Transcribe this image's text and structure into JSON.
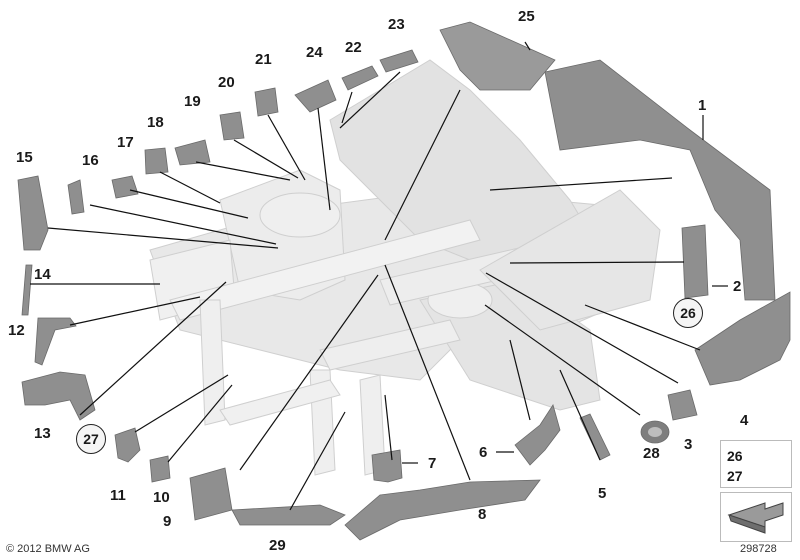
{
  "labels": {
    "n1": "1",
    "n2": "2",
    "n3": "3",
    "n4": "4",
    "n5": "5",
    "n6": "6",
    "n7": "7",
    "n8": "8",
    "n9": "9",
    "n10": "10",
    "n11": "11",
    "n12": "12",
    "n13": "13",
    "n14": "14",
    "n15": "15",
    "n16": "16",
    "n17": "17",
    "n18": "18",
    "n19": "19",
    "n20": "20",
    "n21": "21",
    "n22": "22",
    "n23": "23",
    "n24": "24",
    "n25": "25",
    "n26": "26",
    "n27": "27",
    "n28": "28",
    "n29": "29"
  },
  "callouts": {
    "c26": "26",
    "c27": "27"
  },
  "legend": {
    "top": "26",
    "bottom": "27"
  },
  "footer": {
    "copyright": "© 2012 BMW AG",
    "image_number": "298728"
  },
  "colors": {
    "part_fill": "#8f8f8f",
    "part_dark": "#6e6e6e",
    "body_fill": "#e6e6e6",
    "leader": "#111111"
  },
  "icons": {
    "fastener": "screw-icon",
    "direction": "arrow-icon"
  }
}
